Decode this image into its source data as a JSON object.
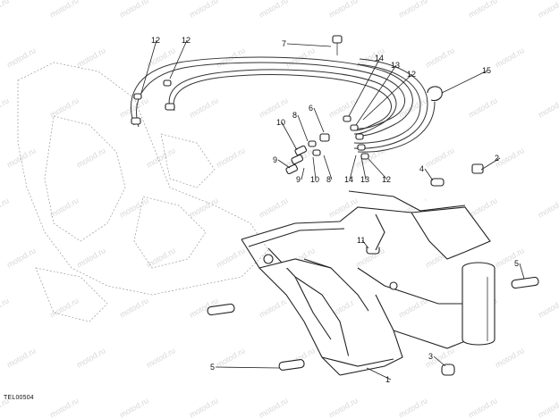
{
  "diagram": {
    "reference_code": "TEL00504",
    "watermark": "motod.ru",
    "callouts": [
      "1",
      "2",
      "3",
      "4",
      "5",
      "5",
      "6",
      "7",
      "8",
      "8",
      "9",
      "9",
      "10",
      "10",
      "11",
      "12",
      "12",
      "12",
      "12",
      "13",
      "13",
      "14",
      "14",
      "15"
    ]
  }
}
